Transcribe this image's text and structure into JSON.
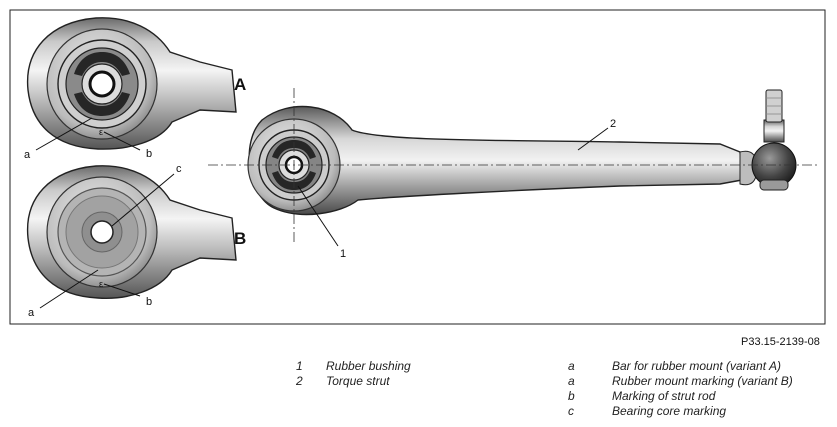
{
  "figure_code": "P33.15-2139-08",
  "variant_labels": {
    "a_variant": "A",
    "b_variant": "B"
  },
  "callouts": {
    "top_a": "a",
    "top_b": "b",
    "bottom_a": "a",
    "bottom_b": "b",
    "bottom_c": "c",
    "main_1": "1",
    "main_2": "2"
  },
  "legend_left": [
    {
      "key": "1",
      "text": "Rubber bushing"
    },
    {
      "key": "2",
      "text": "Torque strut"
    }
  ],
  "legend_right": [
    {
      "key": "a",
      "text": "Bar for rubber mount (variant A)"
    },
    {
      "key": "a",
      "text": "Rubber mount marking (variant B)"
    },
    {
      "key": "b",
      "text": "Marking of strut rod"
    },
    {
      "key": "c",
      "text": "Bearing core marking"
    }
  ]
}
